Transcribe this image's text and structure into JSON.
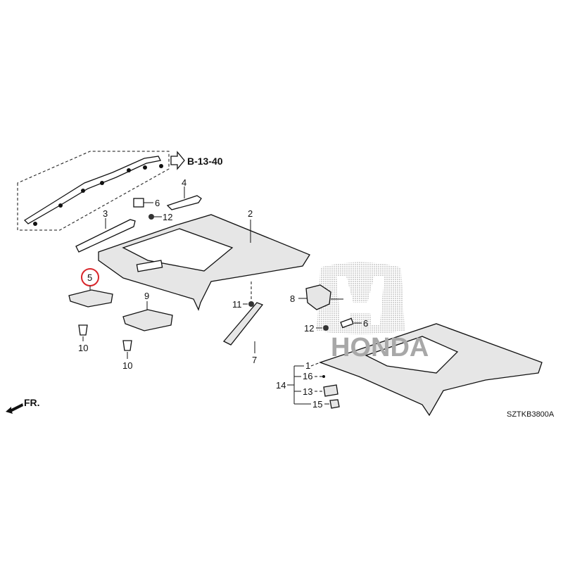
{
  "diagram": {
    "reference_link": "B-13-40",
    "diagram_code": "SZTKB3800A",
    "front_indicator": "FR.",
    "watermark_brand": "HONDA",
    "highlight_color": "#d9262b",
    "highlighted_part": "5",
    "callouts": {
      "airbag_ref": "B-13-40",
      "p4": "4",
      "p6a": "6",
      "p12a": "12",
      "p3": "3",
      "p2": "2",
      "p5": "5",
      "p9": "9",
      "p11": "11",
      "p10a": "10",
      "p10b": "10",
      "p7": "7",
      "p8": "8",
      "p12b": "12",
      "p6b": "6",
      "p1": "1",
      "p16": "16",
      "p14": "14",
      "p13": "13",
      "p15": "15"
    }
  }
}
